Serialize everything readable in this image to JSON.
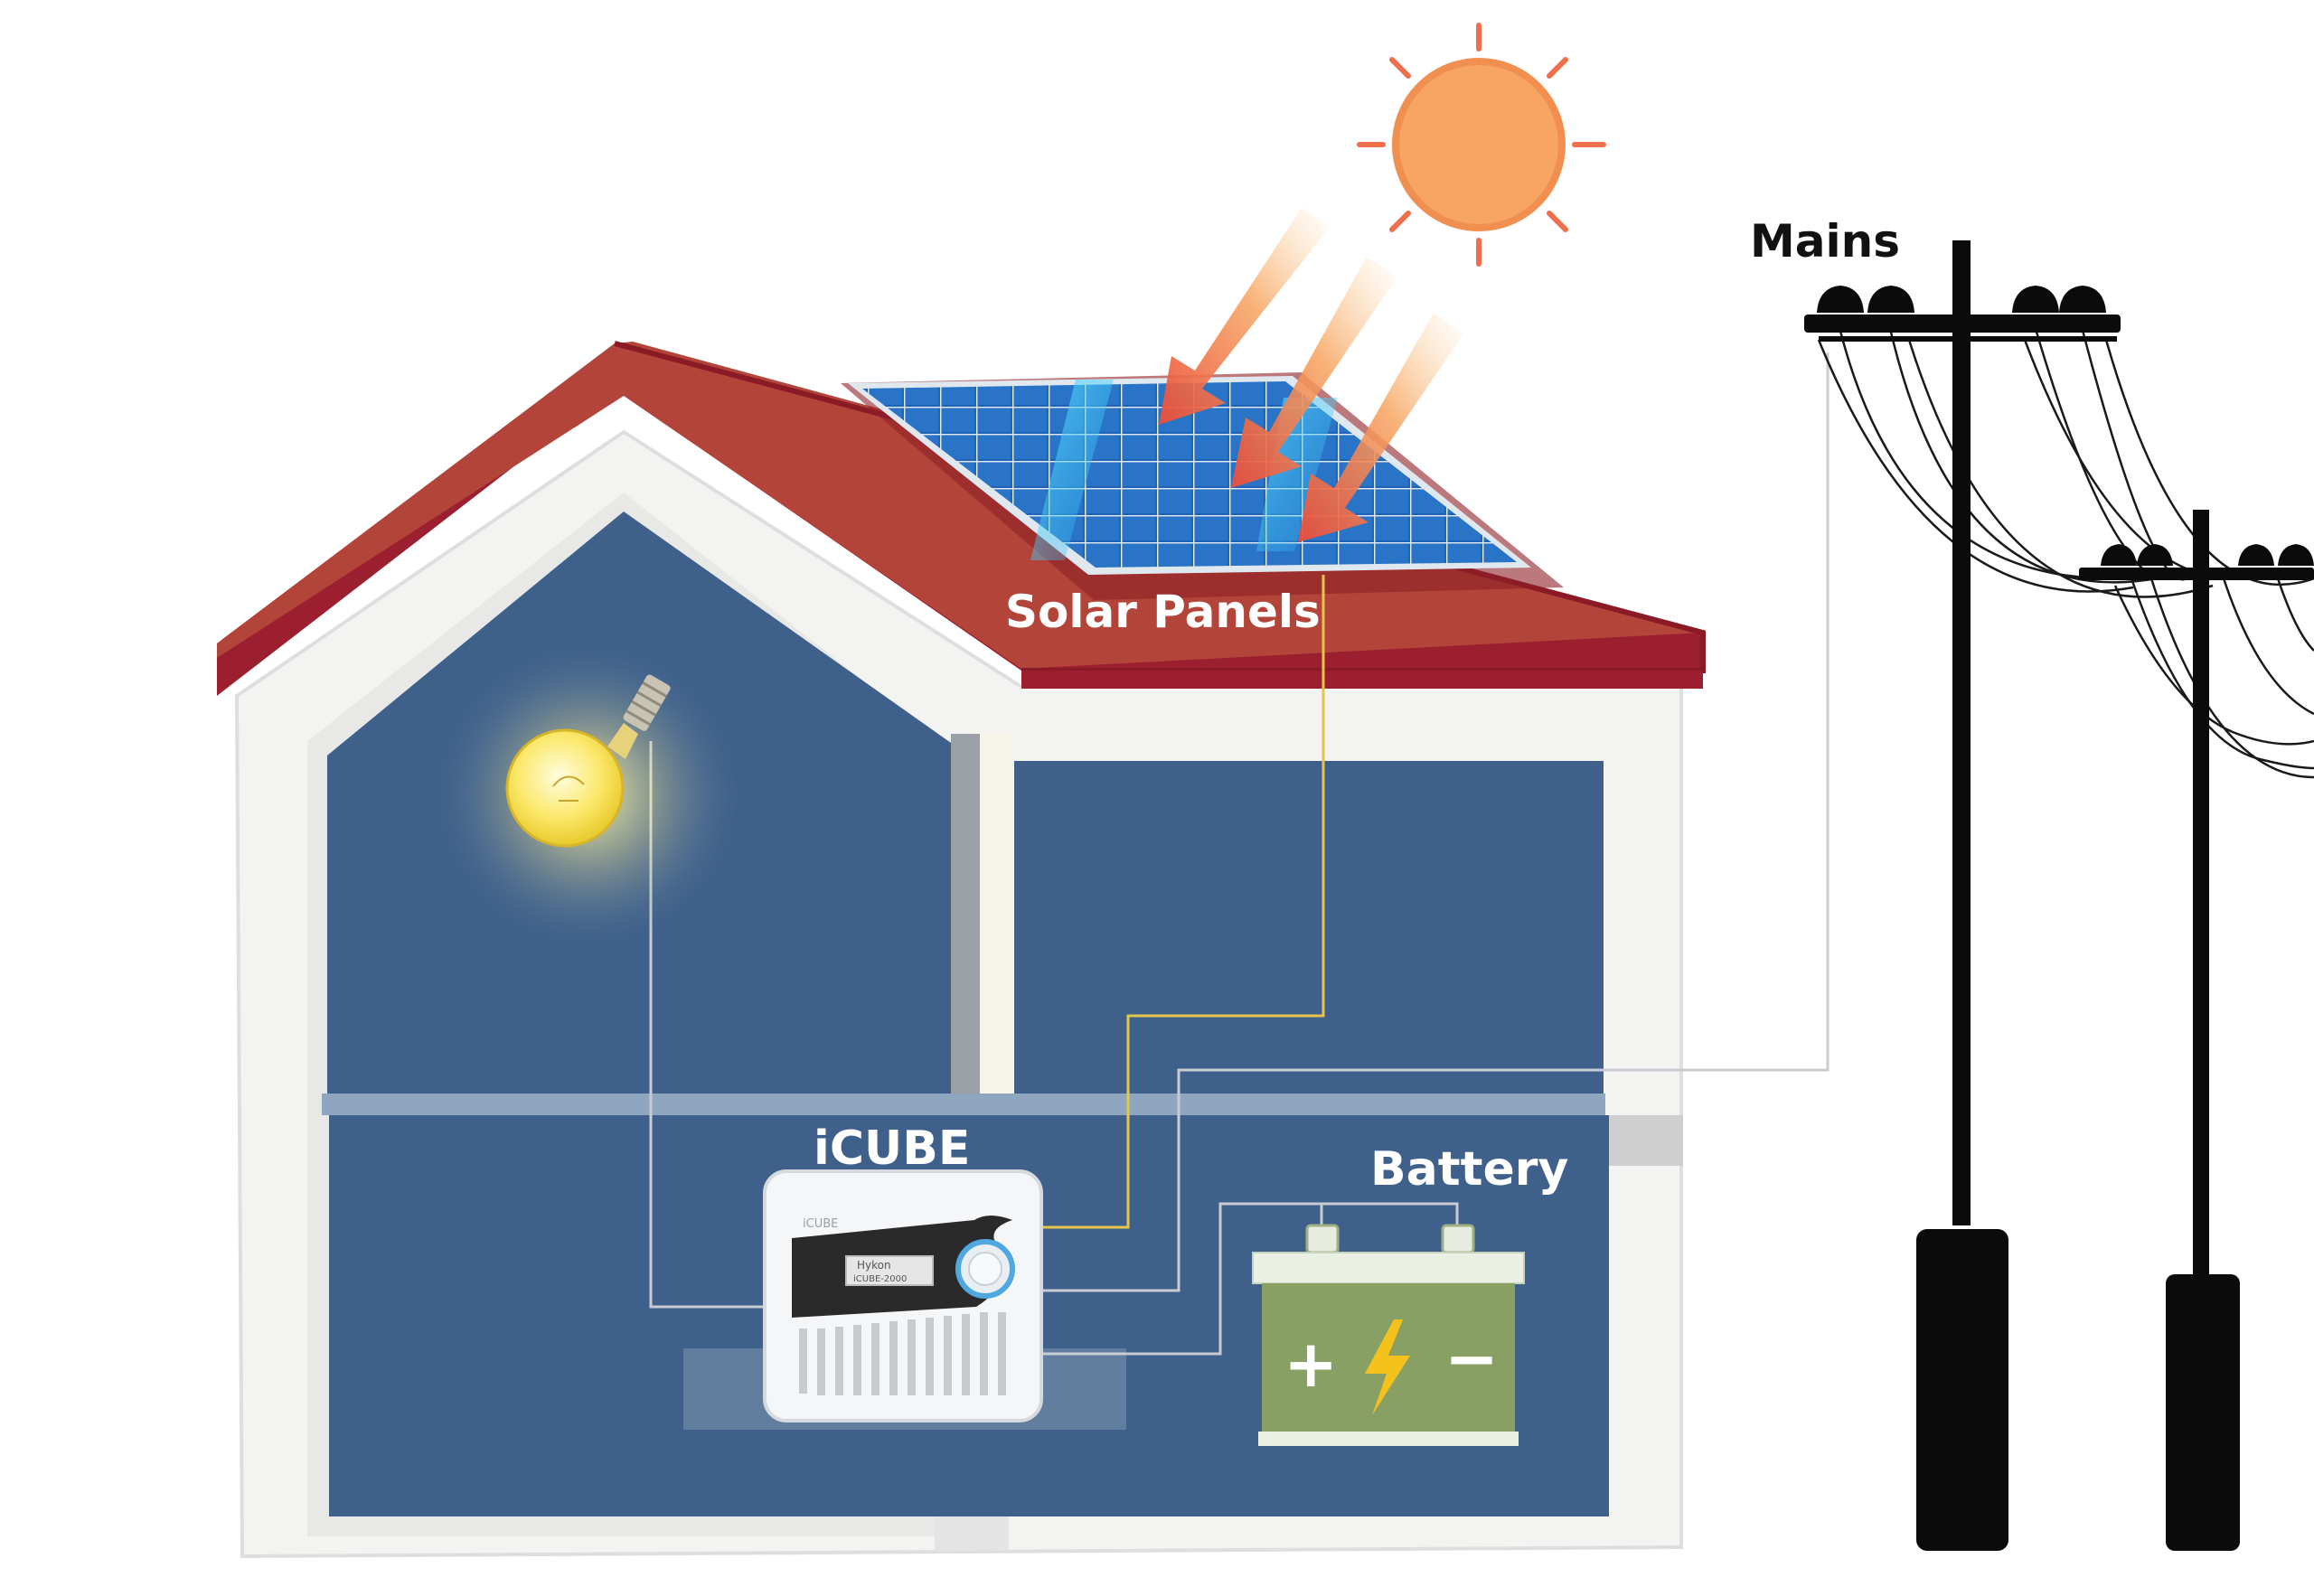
{
  "labels": {
    "solar_panels": "Solar Panels",
    "icube": "iCUBE",
    "battery": "Battery",
    "mains": "Mains"
  },
  "device": {
    "brand_small": "iCUBE",
    "screen_line1": "Hykon",
    "screen_line2": "iCUBE-2000"
  },
  "battery_symbols": {
    "plus": "+",
    "minus": "−"
  },
  "colors": {
    "sky": "#ffffff",
    "roof": "#b3443a",
    "roof_edge": "#9b1f2e",
    "house_wall": "#f2f2f0",
    "house_interior": "#3f608a",
    "solar_panel": "#1e63b8",
    "sun": "#f6a563",
    "sun_rays": "#ef6f4c",
    "battery_body": "#88a064",
    "battery_bolt": "#f4c21a",
    "pole": "#0b0b0b",
    "solar_wire": "#e6c64a",
    "house_wire": "#c8ccd2"
  }
}
